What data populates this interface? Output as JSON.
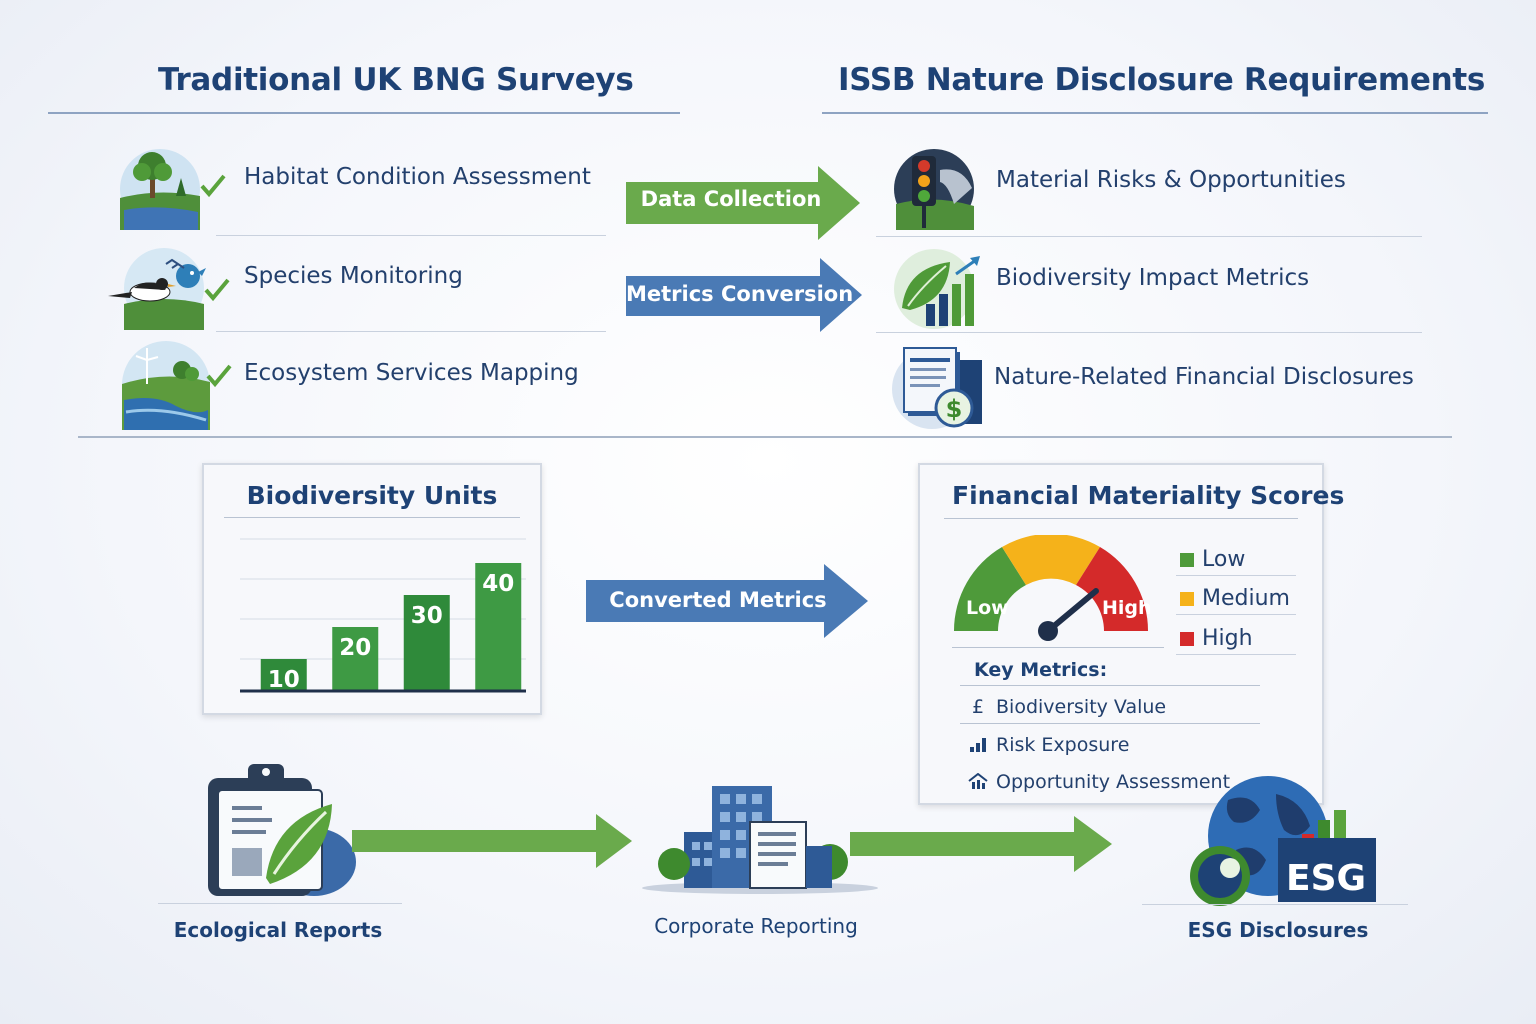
{
  "headers": {
    "left": "Traditional UK BNG Surveys",
    "right": "ISSB Nature Disclosure Requirements"
  },
  "survey_items": [
    {
      "label": "Habitat Condition Assessment",
      "icon": "habitat-icon"
    },
    {
      "label": "Species Monitoring",
      "icon": "bird-icon"
    },
    {
      "label": "Ecosystem Services Mapping",
      "icon": "ecosystem-icon"
    }
  ],
  "disclosure_items": [
    {
      "label": "Material Risks & Opportunities",
      "icon": "traffic-light-icon"
    },
    {
      "label": "Biodiversity Impact Metrics",
      "icon": "leaf-chart-icon"
    },
    {
      "label": "Nature-Related Financial Disclosures",
      "icon": "financial-document-icon"
    }
  ],
  "arrows": {
    "data_collection": "Data Collection",
    "metrics_conversion": "Metrics Conversion",
    "converted_metrics": "Converted Metrics"
  },
  "biodiversity_chart": {
    "title": "Biodiversity Units"
  },
  "chart_data": {
    "type": "bar",
    "title": "Biodiversity Units",
    "categories": [
      "",
      "",
      "",
      ""
    ],
    "values": [
      10,
      20,
      30,
      40
    ],
    "ylim": [
      0,
      50
    ],
    "grid": true,
    "xlabel": "",
    "ylabel": ""
  },
  "materiality": {
    "title": "Financial Materiality Scores",
    "gauge_low": "Low",
    "gauge_high": "High",
    "legend": [
      {
        "label": "Low",
        "color": "#4e9a3a"
      },
      {
        "label": "Medium",
        "color": "#f5b21a"
      },
      {
        "label": "High",
        "color": "#d42a2a"
      }
    ],
    "key_metrics_title": "Key Metrics:",
    "metrics": [
      {
        "symbol": "£",
        "label": "Biodiversity Value"
      },
      {
        "symbol": "▐",
        "label": "Risk Exposure"
      },
      {
        "symbol": "⌂",
        "label": "Opportunity Assessment"
      }
    ]
  },
  "bottom": {
    "ecological_reports": "Ecological Reports",
    "corporate_reporting": "Corporate Reporting",
    "esg_disclosures": "ESG Disclosures",
    "esg_badge": "ESG"
  },
  "colors": {
    "navy": "#1e4275",
    "green": "#6aa84f",
    "blue": "#4a7ab5"
  }
}
